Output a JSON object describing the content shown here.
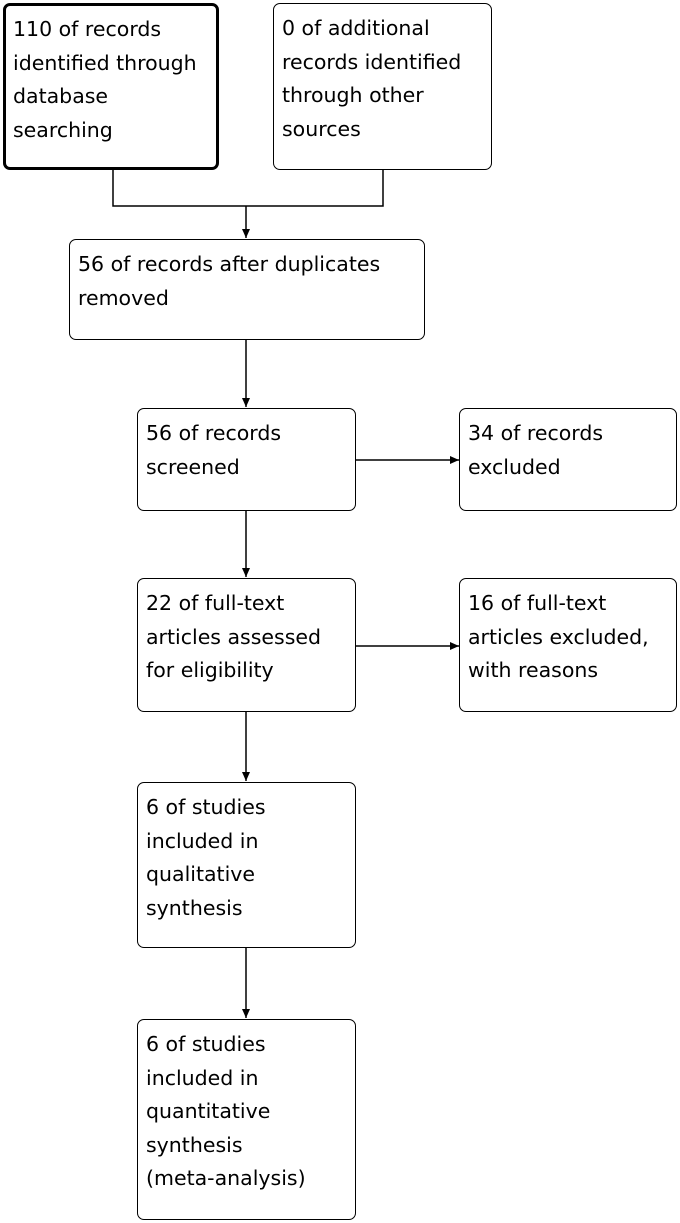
{
  "nodes": [
    {
      "id": "identified-database",
      "text": "110 of records\nidentified through\ndatabase\nsearching"
    },
    {
      "id": "identified-other",
      "text": "0 of additional\nrecords identified\nthrough other\nsources"
    },
    {
      "id": "after-duplicates",
      "text": "56 of records after duplicates\nremoved"
    },
    {
      "id": "screened",
      "text": "56 of records\nscreened"
    },
    {
      "id": "excluded",
      "text": "34 of records\nexcluded"
    },
    {
      "id": "fulltext-assessed",
      "text": "22 of full-text\narticles assessed\nfor eligibility"
    },
    {
      "id": "fulltext-excluded",
      "text": "16 of full-text\narticles excluded,\nwith reasons"
    },
    {
      "id": "qualitative",
      "text": "6 of studies\nincluded in\nqualitative\nsynthesis"
    },
    {
      "id": "quantitative",
      "text": "6 of studies\nincluded in\nquantitative\nsynthesis\n(meta-analysis)"
    }
  ],
  "edges": [
    {
      "from": "identified-database",
      "to": "after-duplicates"
    },
    {
      "from": "identified-other",
      "to": "after-duplicates"
    },
    {
      "from": "after-duplicates",
      "to": "screened"
    },
    {
      "from": "screened",
      "to": "excluded"
    },
    {
      "from": "screened",
      "to": "fulltext-assessed"
    },
    {
      "from": "fulltext-assessed",
      "to": "fulltext-excluded"
    },
    {
      "from": "fulltext-assessed",
      "to": "qualitative"
    },
    {
      "from": "qualitative",
      "to": "quantitative"
    }
  ]
}
